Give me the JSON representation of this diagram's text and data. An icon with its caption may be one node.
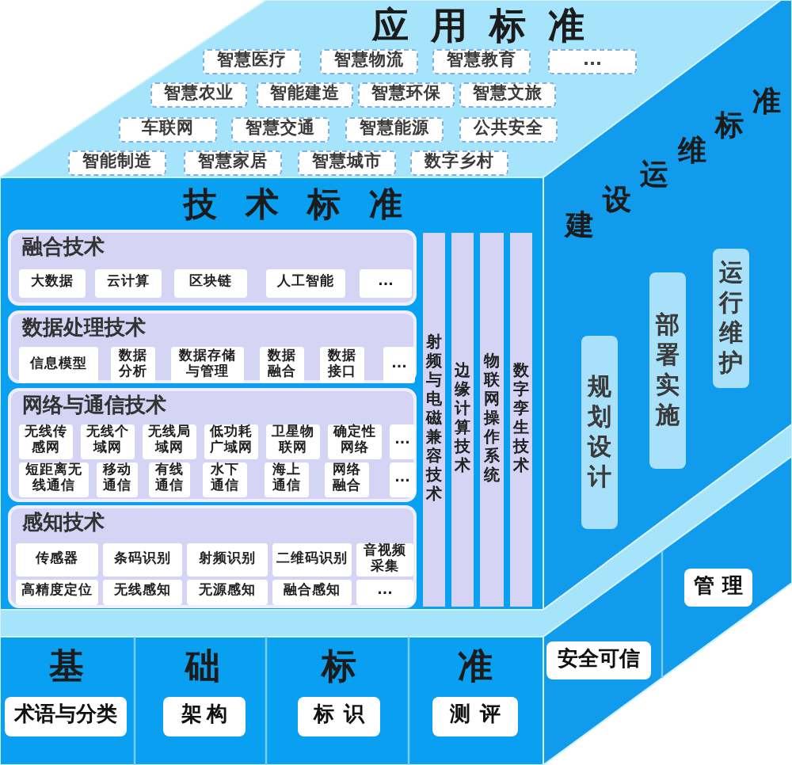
{
  "diagram": {
    "nodes": [
      {
        "text": [
          "应用标准"
        ]
      },
      {
        "text": [
          "智慧医疗"
        ],
        "in": 0
      },
      {
        "text": [
          "智慧物流"
        ],
        "in": 0
      },
      {
        "text": [
          "智慧教育"
        ],
        "in": 0
      },
      {
        "text": [
          "..."
        ],
        "in": 0
      },
      {
        "text": [
          "智慧农业"
        ],
        "in": 0
      },
      {
        "text": [
          "智能建造"
        ],
        "in": 0
      },
      {
        "text": [
          "智慧环保"
        ],
        "in": 0
      },
      {
        "text": [
          "智慧文旅"
        ],
        "in": 0
      },
      {
        "text": [
          "车联网"
        ],
        "in": 0
      },
      {
        "text": [
          "智慧交通"
        ],
        "in": 0
      },
      {
        "text": [
          "智慧能源"
        ],
        "in": 0
      },
      {
        "text": [
          "公共安全"
        ],
        "in": 0
      },
      {
        "text": [
          "智能制造"
        ],
        "in": 0
      },
      {
        "text": [
          "智慧家居"
        ],
        "in": 0
      },
      {
        "text": [
          "智慧城市"
        ],
        "in": 0
      },
      {
        "text": [
          "数字乡村"
        ],
        "in": 0
      },
      {
        "text": [
          "技术标准"
        ]
      },
      {
        "text": [
          "融合技术"
        ],
        "in": 17
      },
      {
        "text": [
          "大数据"
        ],
        "in": 18
      },
      {
        "text": [
          "云计算"
        ],
        "in": 18
      },
      {
        "text": [
          "区块链"
        ],
        "in": 18
      },
      {
        "text": [
          "人工智能"
        ],
        "in": 18
      },
      {
        "text": [
          "..."
        ],
        "in": 18
      },
      {
        "text": [
          "数据处理技术"
        ],
        "in": 17
      },
      {
        "text": [
          "信息模型"
        ],
        "in": 24
      },
      {
        "text": [
          "数据分析"
        ],
        "in": 24
      },
      {
        "text": [
          "数据存储与管理"
        ],
        "in": 24
      },
      {
        "text": [
          "数据融合"
        ],
        "in": 24
      },
      {
        "text": [
          "数据接口"
        ],
        "in": 24
      },
      {
        "text": [
          "..."
        ],
        "in": 24
      },
      {
        "text": [
          "网络与通信技术"
        ],
        "in": 17
      },
      {
        "text": [
          "无线传感网"
        ],
        "in": 31
      },
      {
        "text": [
          "无线个域网"
        ],
        "in": 31
      },
      {
        "text": [
          "无线局域网"
        ],
        "in": 31
      },
      {
        "text": [
          "低功耗广域网"
        ],
        "in": 31
      },
      {
        "text": [
          "卫星物联网"
        ],
        "in": 31
      },
      {
        "text": [
          "确定性网络"
        ],
        "in": 31
      },
      {
        "text": [
          "..."
        ],
        "in": 31
      },
      {
        "text": [
          "短距离无线通信"
        ],
        "in": 31
      },
      {
        "text": [
          "移动通信"
        ],
        "in": 31
      },
      {
        "text": [
          "有线通信"
        ],
        "in": 31
      },
      {
        "text": [
          "水下通信"
        ],
        "in": 31
      },
      {
        "text": [
          "海上通信"
        ],
        "in": 31
      },
      {
        "text": [
          "网络融合"
        ],
        "in": 31
      },
      {
        "text": [
          "..."
        ],
        "in": 31
      },
      {
        "text": [
          "感知技术"
        ],
        "in": 17
      },
      {
        "text": [
          "传感器"
        ],
        "in": 46
      },
      {
        "text": [
          "条码识别"
        ],
        "in": 46
      },
      {
        "text": [
          "射频识别"
        ],
        "in": 46
      },
      {
        "text": [
          "二维码识别"
        ],
        "in": 46
      },
      {
        "text": [
          "音视频采集"
        ],
        "in": 46
      },
      {
        "text": [
          "高精度定位"
        ],
        "in": 46
      },
      {
        "text": [
          "无线感知"
        ],
        "in": 46
      },
      {
        "text": [
          "无源感知"
        ],
        "in": 46
      },
      {
        "text": [
          "融合感知"
        ],
        "in": 46
      },
      {
        "text": [
          "..."
        ],
        "in": 46
      },
      {
        "text": [
          "射频与电磁兼容技术"
        ],
        "in": 17
      },
      {
        "text": [
          "边缘计算技术"
        ],
        "in": 17
      },
      {
        "text": [
          "物联网操作系统"
        ],
        "in": 17
      },
      {
        "text": [
          "数字孪生技术"
        ],
        "in": 17
      },
      {
        "text": [
          "建设运维标准"
        ]
      },
      {
        "text": [
          "规划设计"
        ],
        "in": 61
      },
      {
        "text": [
          "部署实施"
        ],
        "in": 61
      },
      {
        "text": [
          "运行维护"
        ],
        "in": 61
      },
      {
        "text": [
          "基础标准"
        ]
      },
      {
        "text": [
          "术语与分类"
        ],
        "in": 65
      },
      {
        "text": [
          "架构"
        ],
        "in": 65
      },
      {
        "text": [
          "标识"
        ],
        "in": 65
      },
      {
        "text": [
          "测评"
        ],
        "in": 65
      },
      {
        "text": [
          "安全可信"
        ],
        "in": 65
      },
      {
        "text": [
          "管理"
        ],
        "in": 65
      }
    ]
  }
}
